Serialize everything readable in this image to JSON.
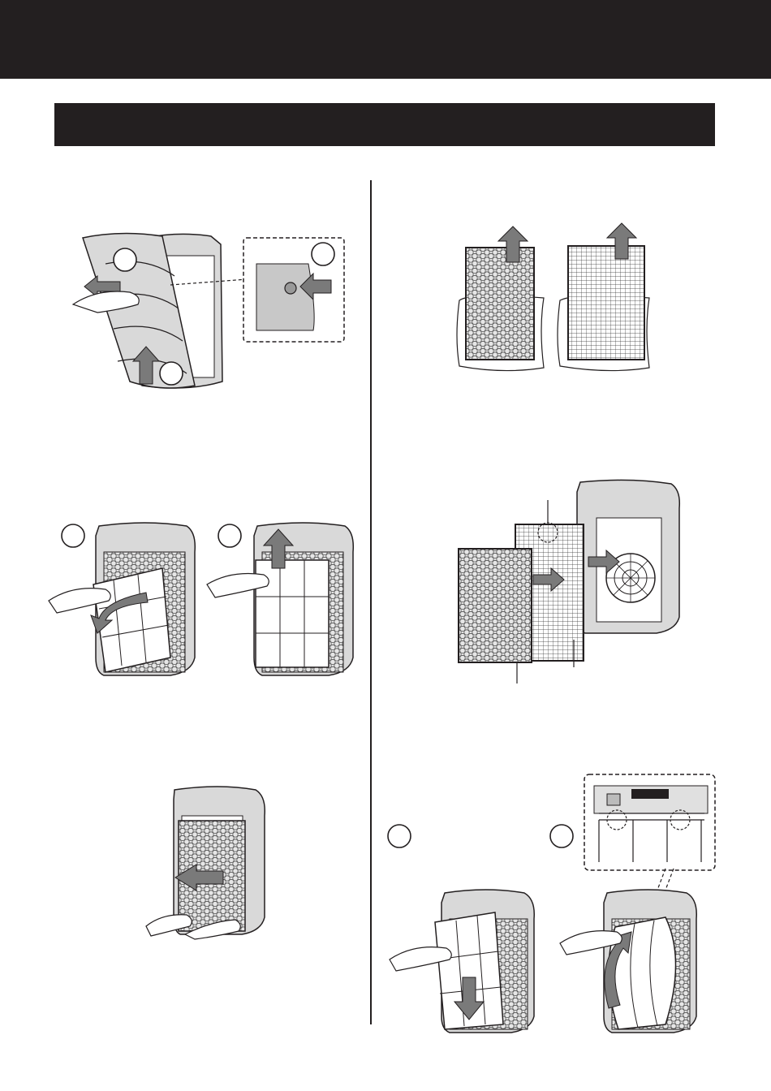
{
  "header": {
    "title": ""
  },
  "section": {
    "title": ""
  },
  "colors": {
    "bar": "#231f20",
    "housing": "#d9d9d9",
    "arrow": "#7a7a7a",
    "detail": "#c8c8c8"
  },
  "figures": [
    {
      "id": "remove-front-panel",
      "step_markers": [
        "",
        ""
      ],
      "icons": [
        "hand-icon",
        "arrow-icon",
        "button-detail"
      ]
    },
    {
      "id": "remove-prefilter",
      "step_markers": [
        "",
        ""
      ],
      "icons": [
        "curved-arrow-icon",
        "up-arrow-icon"
      ]
    },
    {
      "id": "remove-deodorizing-filter",
      "icons": [
        "left-arrow-icon"
      ]
    },
    {
      "id": "remove-bags",
      "icons": [
        "up-arrow-icon",
        "up-arrow-icon"
      ]
    },
    {
      "id": "install-filters",
      "icons": [
        "right-arrow-icon",
        "right-arrow-icon"
      ]
    },
    {
      "id": "attach-prefilter",
      "step_markers": [
        "",
        ""
      ],
      "icons": [
        "down-arrow-icon",
        "curved-arrow-icon"
      ]
    }
  ]
}
